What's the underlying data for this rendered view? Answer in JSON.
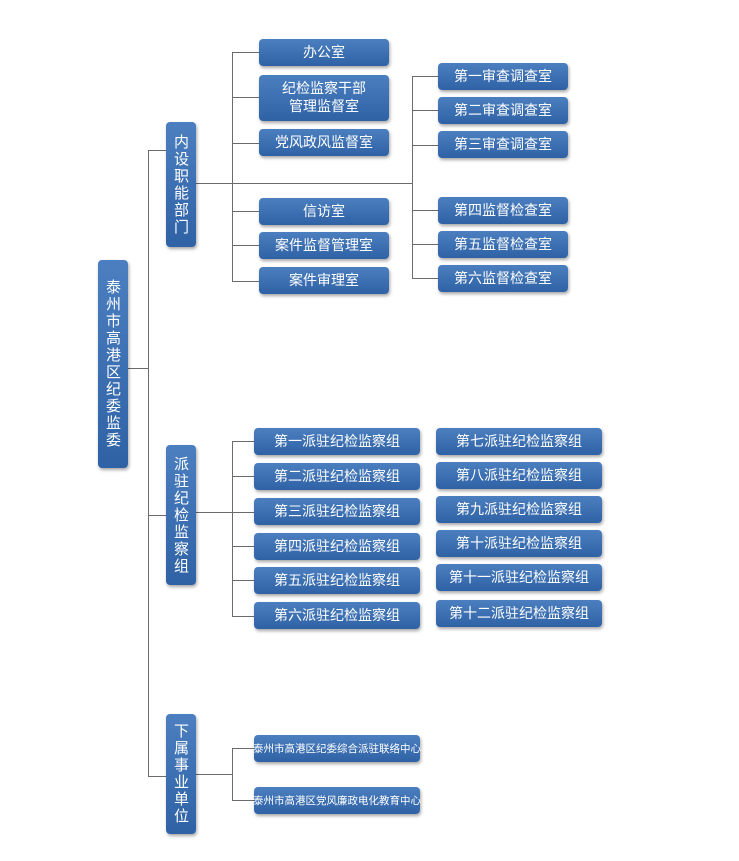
{
  "root": "泰州市高港区纪委监委",
  "branches": [
    {
      "label": "内设职能部门",
      "left_column": [
        "办公室",
        "纪检监察干部管理监督室",
        "党风政风监督室",
        "信访室",
        "案件监督管理室",
        "案件审理室"
      ],
      "right_column": [
        "第一审查调查室",
        "第二审查调查室",
        "第三审查调查室",
        "第四监督检查室",
        "第五监督检查室",
        "第六监督检查室"
      ]
    },
    {
      "label": "派驻纪检监察组",
      "left_column": [
        "第一派驻纪检监察组",
        "第二派驻纪检监察组",
        "第三派驻纪检监察组",
        "第四派驻纪检监察组",
        "第五派驻纪检监察组",
        "第六派驻纪检监察组"
      ],
      "right_column": [
        "第七派驻纪检监察组",
        "第八派驻纪检监察组",
        "第九派驻纪检监察组",
        "第十派驻纪检监察组",
        "第十一派驻纪检监察组",
        "第十二派驻纪检监察组"
      ]
    },
    {
      "label": "下属事业单位",
      "left_column": [
        "泰州市高港区纪委综合派驻联络中心",
        "泰州市高港区党风廉政电化教育中心"
      ]
    }
  ],
  "colors": {
    "box": "#3a6db0",
    "box_text": "#ffffff",
    "line": "#6b6b6b"
  }
}
